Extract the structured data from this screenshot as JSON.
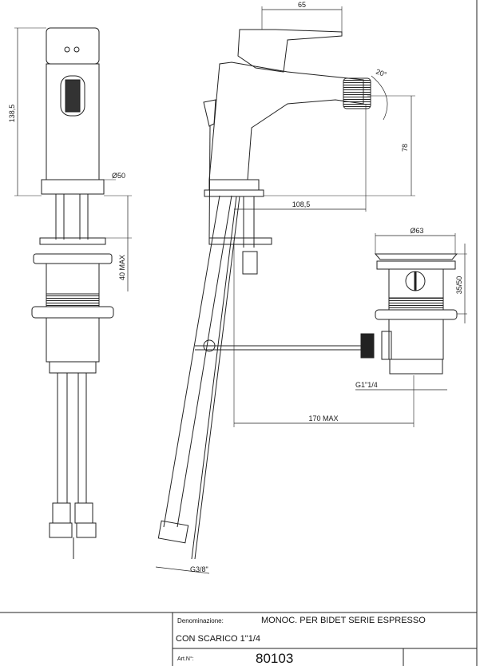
{
  "dimensions": {
    "height_total": "138,5",
    "base_diameter": "Ø50",
    "deck_thickness": "40 MAX",
    "handle_length": "65",
    "swivel_angle": "20°",
    "spout_height": "78",
    "spout_reach": "108,5",
    "waste_diameter": "Ø63",
    "waste_range": "35/50",
    "waste_thread": "G1\"1/4",
    "rod_length": "170 MAX",
    "hose_thread": "G3/8\""
  },
  "title_block": {
    "denomination_label": "Denominazione:",
    "denomination_value": "MONOC. PER BIDET SERIE ESPRESSO",
    "denomination_line2": "CON SCARICO 1\"1/4",
    "article_label": "Art.N°:",
    "article_number": "80103"
  }
}
